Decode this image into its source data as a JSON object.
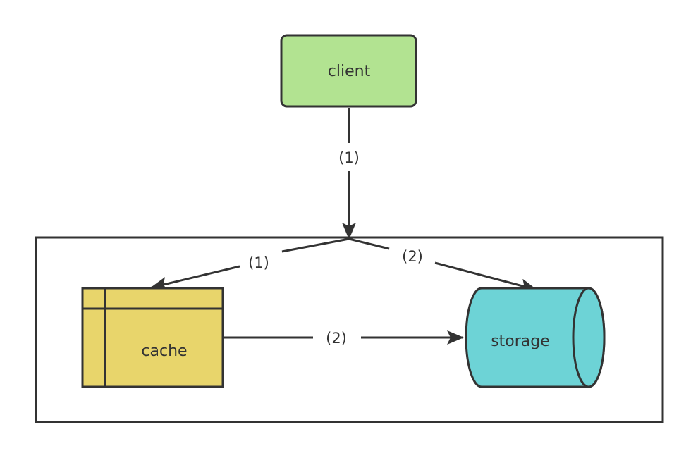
{
  "nodes": {
    "client": {
      "label": "client",
      "color": "#b2e391"
    },
    "cache": {
      "label": "cache",
      "color": "#e8d56b"
    },
    "storage": {
      "label": "storage",
      "color": "#6dd3d6"
    }
  },
  "edges": {
    "client_to_group": {
      "label": "(1)"
    },
    "group_to_cache": {
      "label": "(1)"
    },
    "group_to_storage": {
      "label": "(2)"
    },
    "cache_to_storage": {
      "label": "(2)"
    }
  },
  "colors": {
    "stroke": "#333333",
    "background": "#ffffff"
  }
}
